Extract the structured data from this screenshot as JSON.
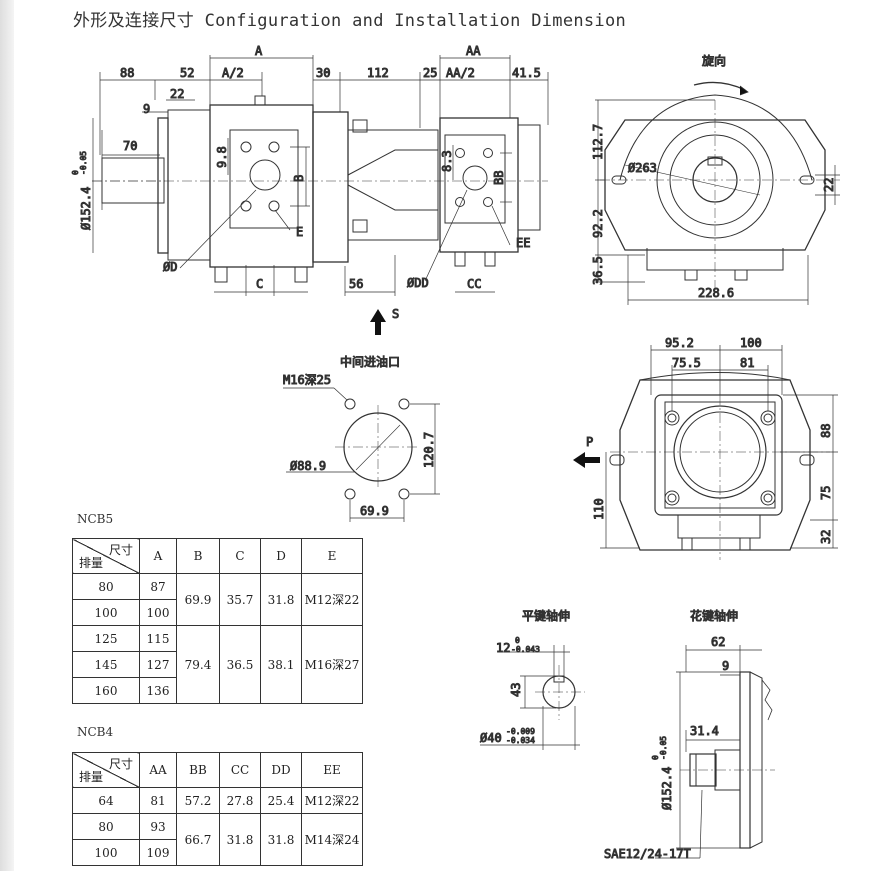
{
  "title": "外形及连接尺寸 Configuration and Installation Dimension",
  "labels": {
    "rotation": "旋向",
    "mid_inlet": "中间进油口",
    "flat_key": "平键轴伸",
    "spline": "花键轴伸",
    "S": "S",
    "P": "P"
  },
  "dims_top": {
    "d88": "88",
    "d52": "52",
    "A": "A",
    "A2": "A/2",
    "d30": "30",
    "d112": "112",
    "d25": "25",
    "AA": "AA",
    "AA2": "AA/2",
    "d41_5": "41.5",
    "d9": "9",
    "d22": "22",
    "d70": "70",
    "d152": "Ø152.4",
    "d152_tol": "0",
    "d152_tol2": "-0.05",
    "d9_8": "9.8",
    "d8_3": "8.3",
    "B": "B",
    "BB": "BB",
    "E": "E",
    "EE": "EE",
    "OD": "ØD",
    "ODD": "ØDD",
    "C": "C",
    "CC": "CC",
    "d56": "56"
  },
  "dims_side": {
    "d112_7": "112.7",
    "d92_2": "92.2",
    "d36_5": "36.5",
    "d228_6": "228.6",
    "d263": "Ø263",
    "d22": "22"
  },
  "dims_port": {
    "m16": "M16深25",
    "d88_9": "Ø88.9",
    "d120_7": "120.7",
    "d69_9": "69.9"
  },
  "dims_front": {
    "d95_2": "95.2",
    "d100": "100",
    "d75_5": "75.5",
    "d81": "81",
    "d88": "88",
    "d75": "75",
    "d32": "32",
    "d110": "110"
  },
  "dims_shaft": {
    "d12": "12",
    "d12_tol": "0",
    "d12_tol2": "-0.043",
    "d43": "43",
    "d40": "Ø40",
    "d40_tol": "-0.009",
    "d40_tol2": "-0.034",
    "d62": "62",
    "d9": "9",
    "d31_4": "31.4",
    "d152": "Ø152.4",
    "d152_tol": "0",
    "d152_tol2": "-0.05",
    "sae": "SAE12/24-17T"
  },
  "ncb5": {
    "label": "NCB5",
    "corner_top": "尺寸",
    "corner_bottom": "排量",
    "headers": [
      "A",
      "B",
      "C",
      "D",
      "E"
    ],
    "rows": [
      {
        "disp": "80",
        "A": "87"
      },
      {
        "disp": "100",
        "A": "100"
      },
      {
        "disp": "125",
        "A": "115"
      },
      {
        "disp": "145",
        "A": "127"
      },
      {
        "disp": "160",
        "A": "136"
      }
    ],
    "group1": {
      "B": "69.9",
      "C": "35.7",
      "D": "31.8",
      "E": "M12深22"
    },
    "group2": {
      "B": "79.4",
      "C": "36.5",
      "D": "38.1",
      "E": "M16深27"
    }
  },
  "ncb4": {
    "label": "NCB4",
    "corner_top": "尺寸",
    "corner_bottom": "排量",
    "headers": [
      "AA",
      "BB",
      "CC",
      "DD",
      "EE"
    ],
    "rows": [
      {
        "disp": "64",
        "AA": "81",
        "BB": "57.2",
        "CC": "27.8",
        "DD": "25.4",
        "EE": "M12深22"
      },
      {
        "disp": "80",
        "AA": "93"
      },
      {
        "disp": "100",
        "AA": "109"
      }
    ],
    "group2": {
      "BB": "66.7",
      "CC": "31.8",
      "DD": "31.8",
      "EE": "M14深24"
    }
  }
}
